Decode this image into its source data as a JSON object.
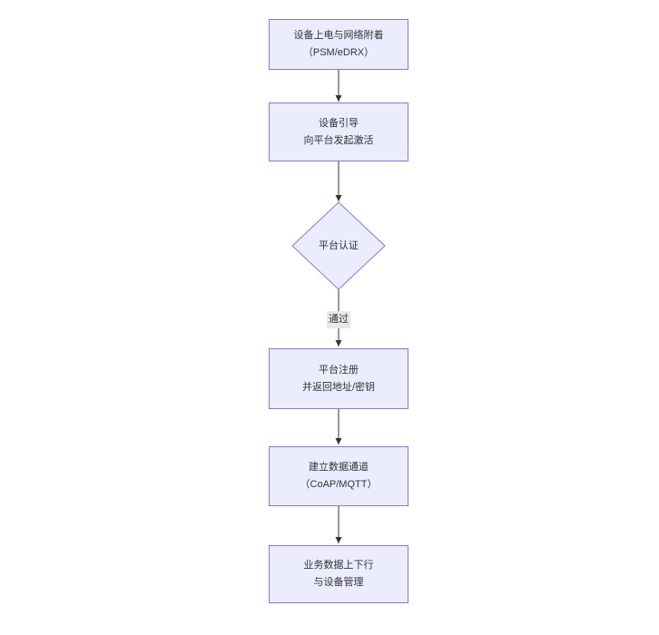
{
  "flowchart": {
    "direction": "top-down",
    "nodes": [
      {
        "id": "power-on",
        "shape": "rect",
        "line1": "设备上电与网络附着",
        "line2": "（PSM/eDRX）"
      },
      {
        "id": "bootstrap",
        "shape": "rect",
        "line1": "设备引导",
        "line2": "向平台发起激活"
      },
      {
        "id": "auth",
        "shape": "diamond",
        "label": "平台认证"
      },
      {
        "id": "register",
        "shape": "rect",
        "line1": "平台注册",
        "line2": "并返回地址/密钥"
      },
      {
        "id": "channel",
        "shape": "rect",
        "line1": "建立数据通道",
        "line2": "（CoAP/MQTT）"
      },
      {
        "id": "business",
        "shape": "rect",
        "line1": "业务数据上下行",
        "line2": "与设备管理"
      }
    ],
    "edges": [
      {
        "from": "power-on",
        "to": "bootstrap",
        "label": ""
      },
      {
        "from": "bootstrap",
        "to": "auth",
        "label": ""
      },
      {
        "from": "auth",
        "to": "register",
        "label": "通过"
      },
      {
        "from": "register",
        "to": "channel",
        "label": ""
      },
      {
        "from": "channel",
        "to": "business",
        "label": ""
      }
    ],
    "colors": {
      "node_fill": "#ECECFF",
      "node_border": "#9370DB",
      "edge_line": "#333333",
      "edge_label_bg": "#e8e8e8",
      "text": "#333333",
      "background": "#ffffff"
    }
  }
}
